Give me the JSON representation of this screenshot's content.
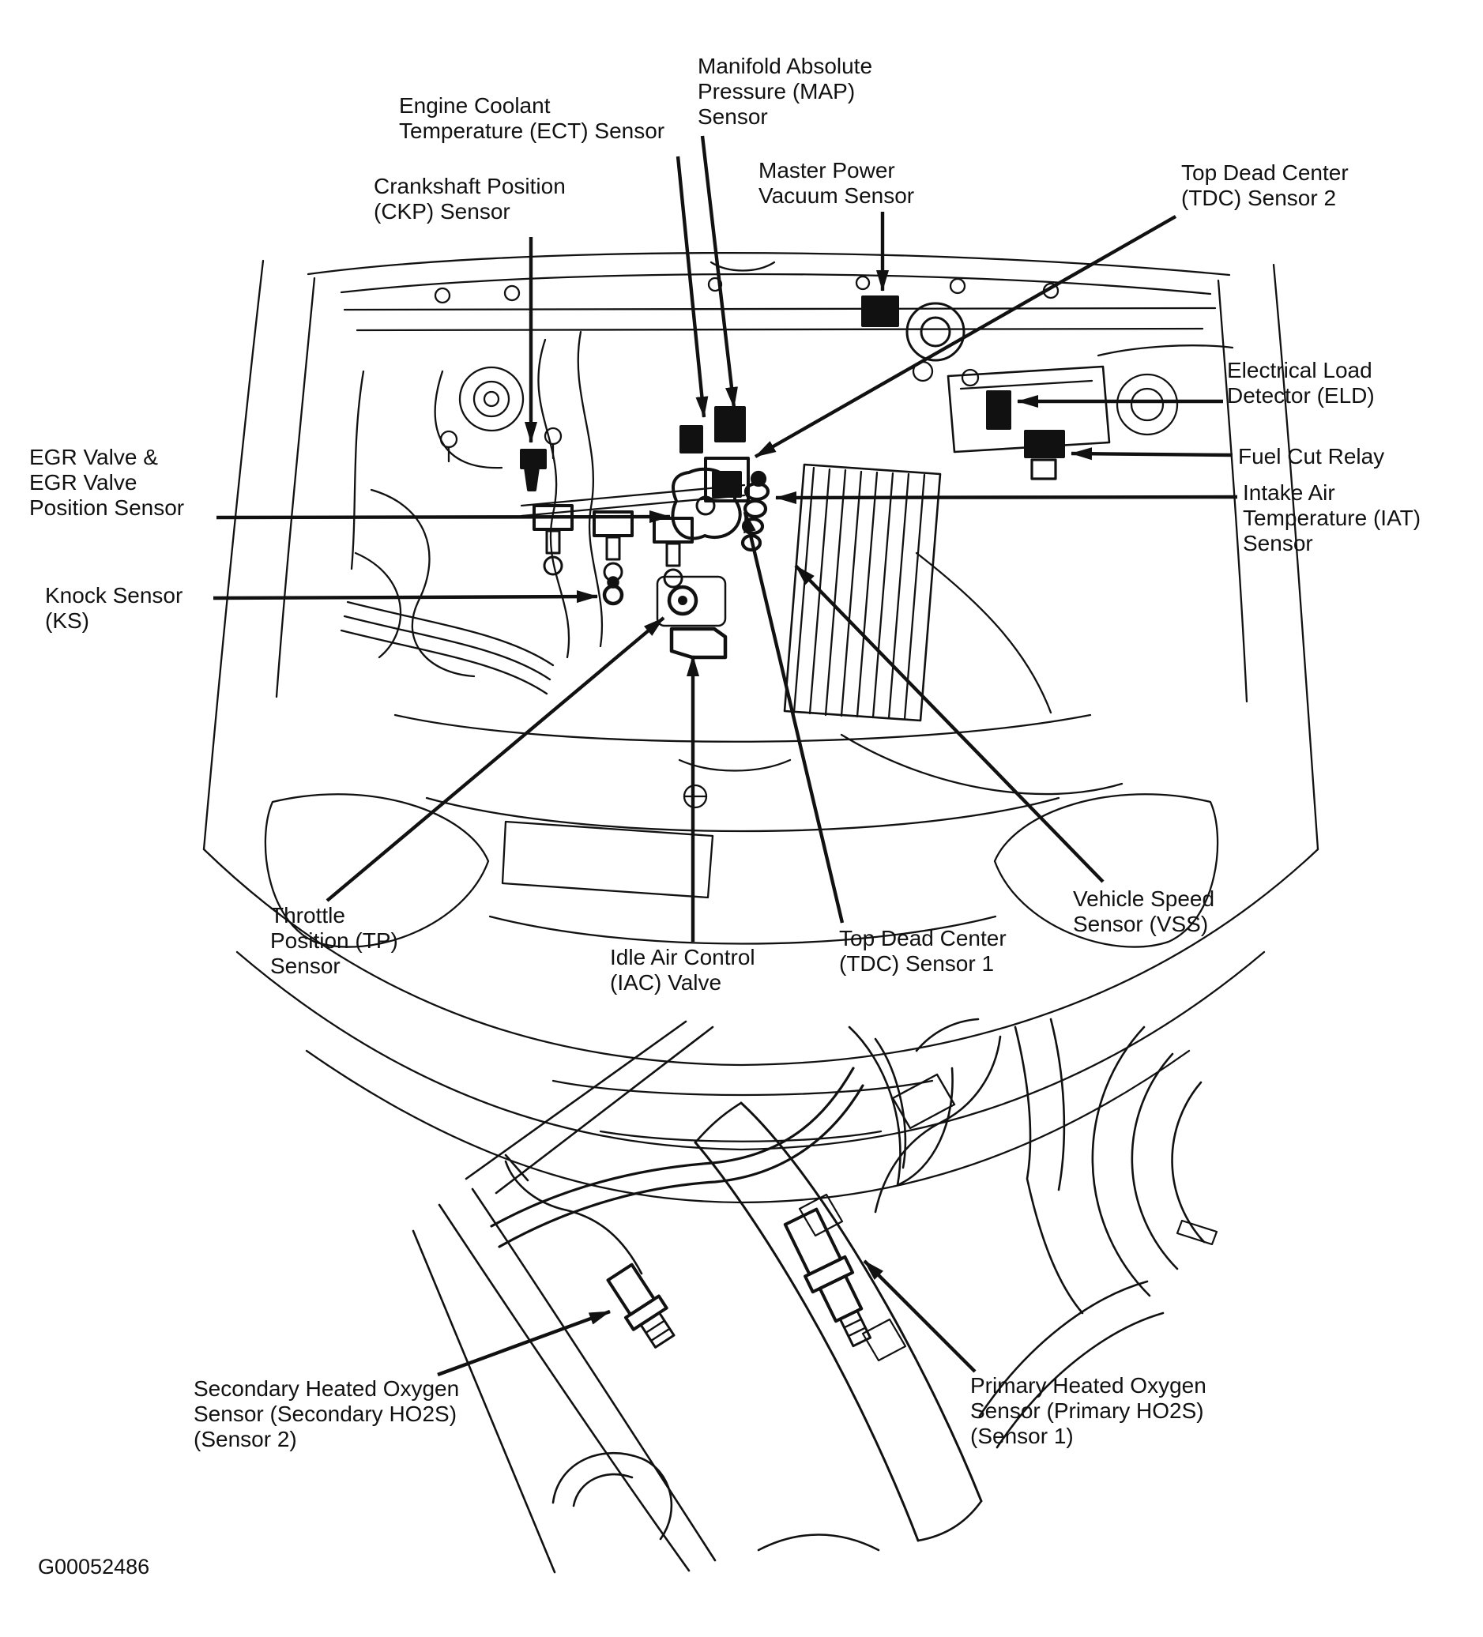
{
  "figure_id": "G00052486",
  "colors": {
    "ink": "#111111",
    "background": "#ffffff"
  },
  "labels": {
    "ect": {
      "text": "Engine Coolant\nTemperature (ECT) Sensor"
    },
    "ckp": {
      "text": "Crankshaft Position\n(CKP) Sensor"
    },
    "map": {
      "text": "Manifold Absolute\nPressure (MAP)\nSensor"
    },
    "master_vacuum": {
      "text": "Master Power\nVacuum Sensor"
    },
    "tdc2": {
      "text": "Top Dead Center\n(TDC) Sensor 2"
    },
    "eld": {
      "text": "Electrical Load\nDetector (ELD)"
    },
    "fuel_cut_relay": {
      "text": "Fuel Cut Relay"
    },
    "iat": {
      "text": "Intake Air\nTemperature (IAT)\nSensor"
    },
    "egr": {
      "text": "EGR Valve &\nEGR Valve\nPosition Sensor"
    },
    "knock": {
      "text": "Knock Sensor\n(KS)"
    },
    "tp": {
      "text": "Throttle\nPosition (TP)\nSensor"
    },
    "iac": {
      "text": "Idle Air Control\n(IAC) Valve"
    },
    "tdc1": {
      "text": "Top Dead Center\n(TDC) Sensor 1"
    },
    "vss": {
      "text": "Vehicle Speed\nSensor (VSS)"
    },
    "secondary_ho2s": {
      "text": "Secondary Heated Oxygen\nSensor (Secondary HO2S)\n(Sensor 2)"
    },
    "primary_ho2s": {
      "text": "Primary Heated Oxygen\nSensor (Primary HO2S)\n(Sensor 1)"
    }
  }
}
